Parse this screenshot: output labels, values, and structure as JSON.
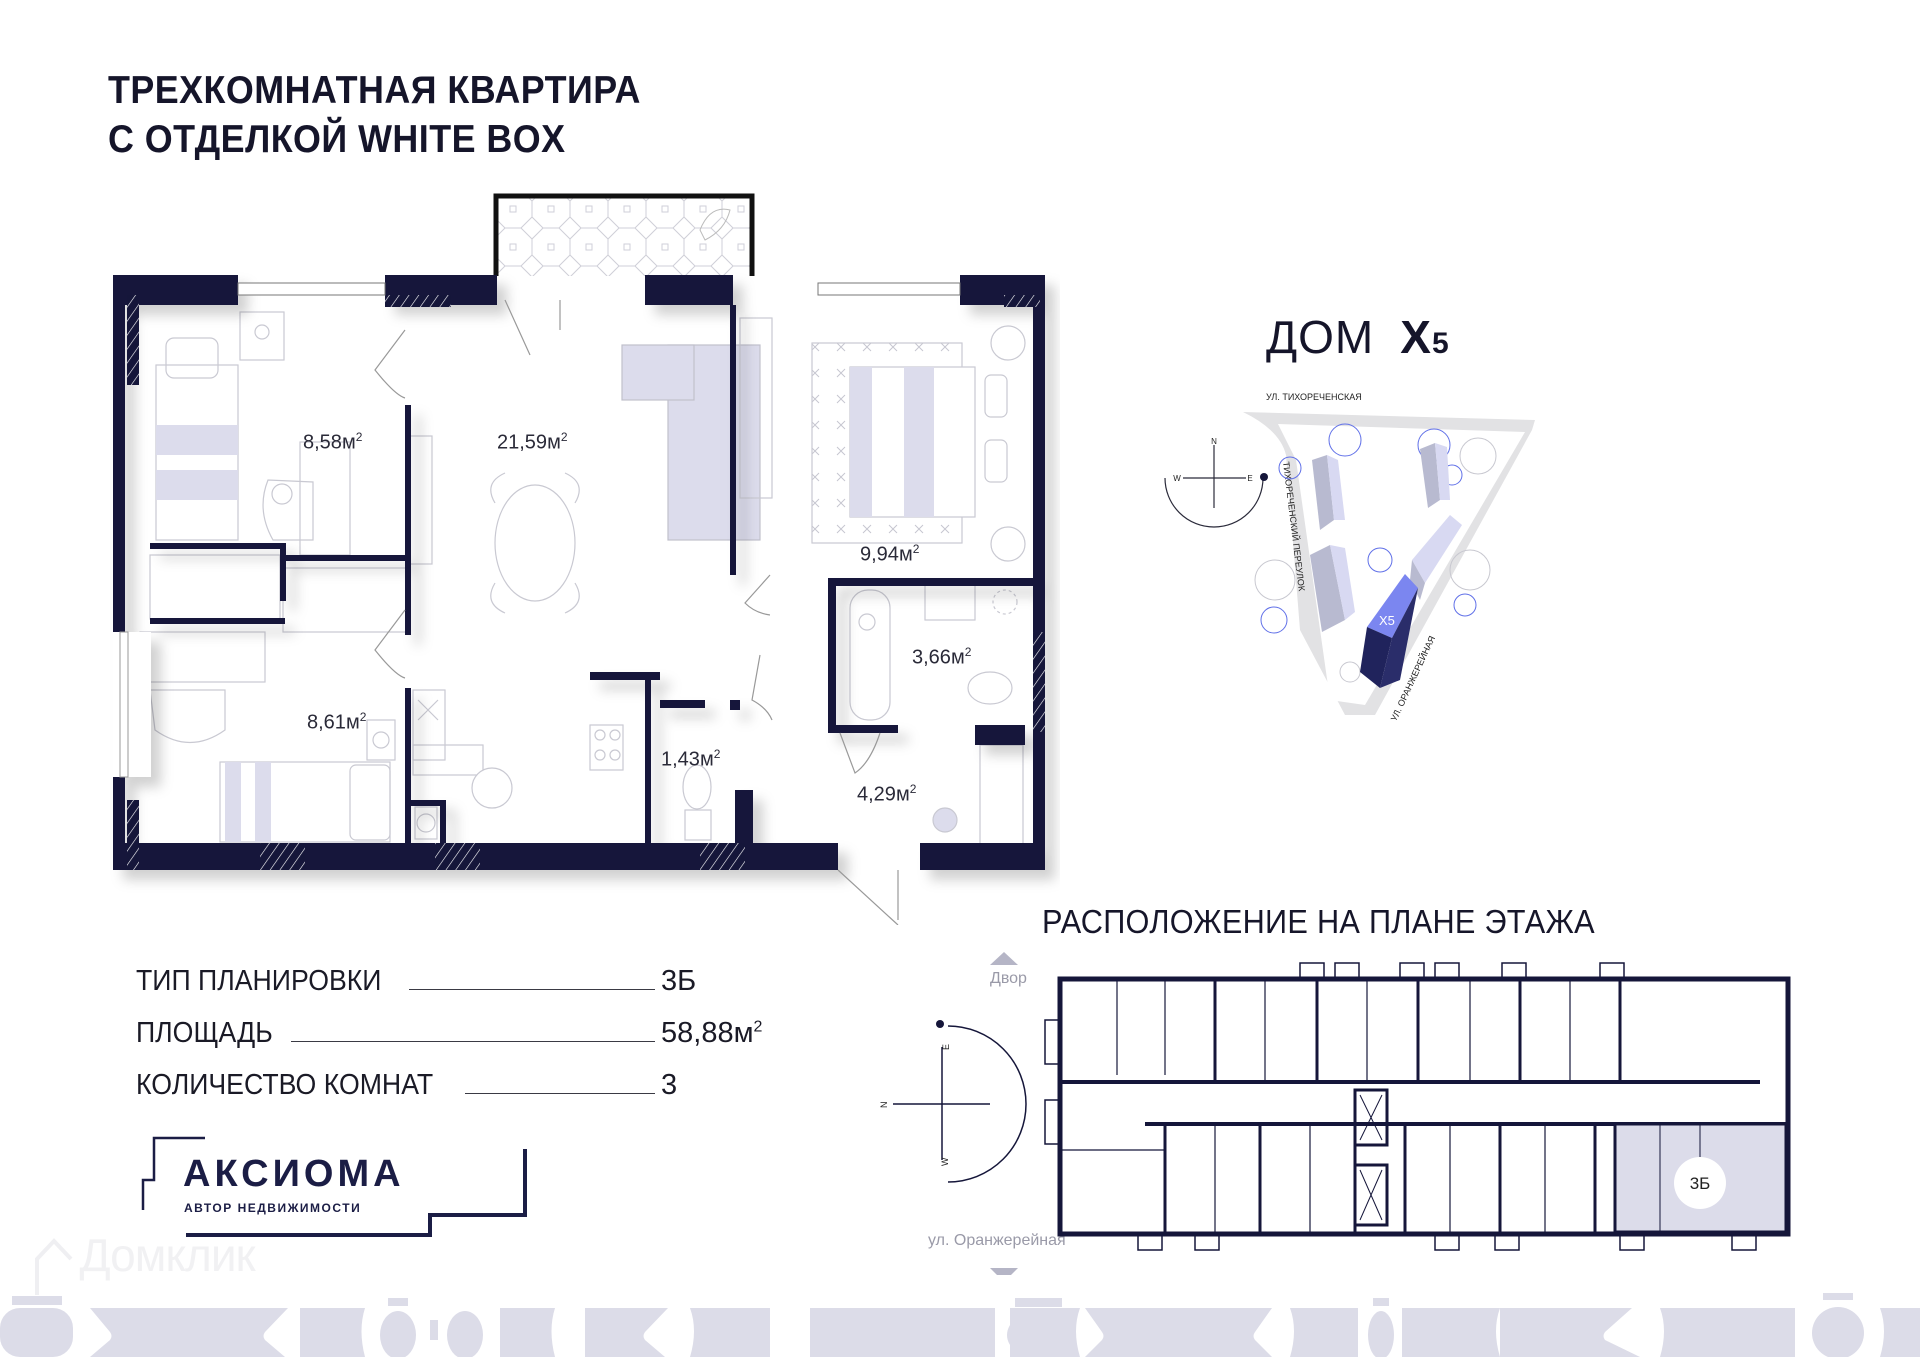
{
  "header": {
    "title_line1": "ТРЕХКОМНАТНАЯ  КВАРТИРА",
    "title_line2": "С ОТДЕЛКОЙ WHITE BOX"
  },
  "floor_plan": {
    "wall_color": "#15163a",
    "furniture_accent": "#dcdcec",
    "rooms": [
      {
        "id": "bedroom-1",
        "area": "8,58",
        "unit": "м",
        "sup": "2"
      },
      {
        "id": "living-kitchen",
        "area": "21,59",
        "unit": "м",
        "sup": "2"
      },
      {
        "id": "bedroom-master",
        "area": "9,94",
        "unit": "м",
        "sup": "2"
      },
      {
        "id": "bathroom",
        "area": "3,66",
        "unit": "м",
        "sup": "2"
      },
      {
        "id": "bedroom-2",
        "area": "8,61",
        "unit": "м",
        "sup": "2"
      },
      {
        "id": "wc",
        "area": "1,43",
        "unit": "м",
        "sup": "2"
      },
      {
        "id": "hallway",
        "area": "4,29",
        "unit": "м",
        "sup": "2"
      }
    ]
  },
  "house": {
    "label": "ДОМ",
    "name": "X",
    "number": "5",
    "highlight_color": "#20235c",
    "highlight_top_color": "#7b86f0"
  },
  "site_plan": {
    "streets": {
      "north": "УЛ. ТИХОРЕЧЕНСКАЯ",
      "west": "ТИХОРЕЧЕНСКИЙ ПЕРЕУЛОК",
      "southeast": "УЛ. ОРАНЖЕРЕЙНАЯ"
    },
    "building_label": "X5",
    "compass": {
      "n": "N",
      "e": "E",
      "w": "W"
    }
  },
  "specs": [
    {
      "label": "ТИП ПЛАНИРОВКИ",
      "value": "3Б",
      "sup": ""
    },
    {
      "label": "ПЛОЩАДЬ",
      "value": "58,88м",
      "sup": "2"
    },
    {
      "label": "КОЛИЧЕСТВО КОМНАТ",
      "value": "3",
      "sup": ""
    }
  ],
  "logo": {
    "name": "АКСИОМА",
    "tagline": "АВТОР  НЕДВИЖИМОСТИ"
  },
  "watermark": "Домклик",
  "location": {
    "title": "РАСПОЛОЖЕНИЕ НА ПЛАНЕ ЭТАЖА",
    "top_label": "Двор",
    "bottom_label": "ул. Оранжерейная",
    "apartment_marker": "3Б",
    "highlight_color": "#dcdcea",
    "compass": {
      "n": "N",
      "e": "E",
      "w": "W"
    }
  },
  "colors": {
    "text_dark": "#15152a",
    "band": "#dcdce8"
  }
}
